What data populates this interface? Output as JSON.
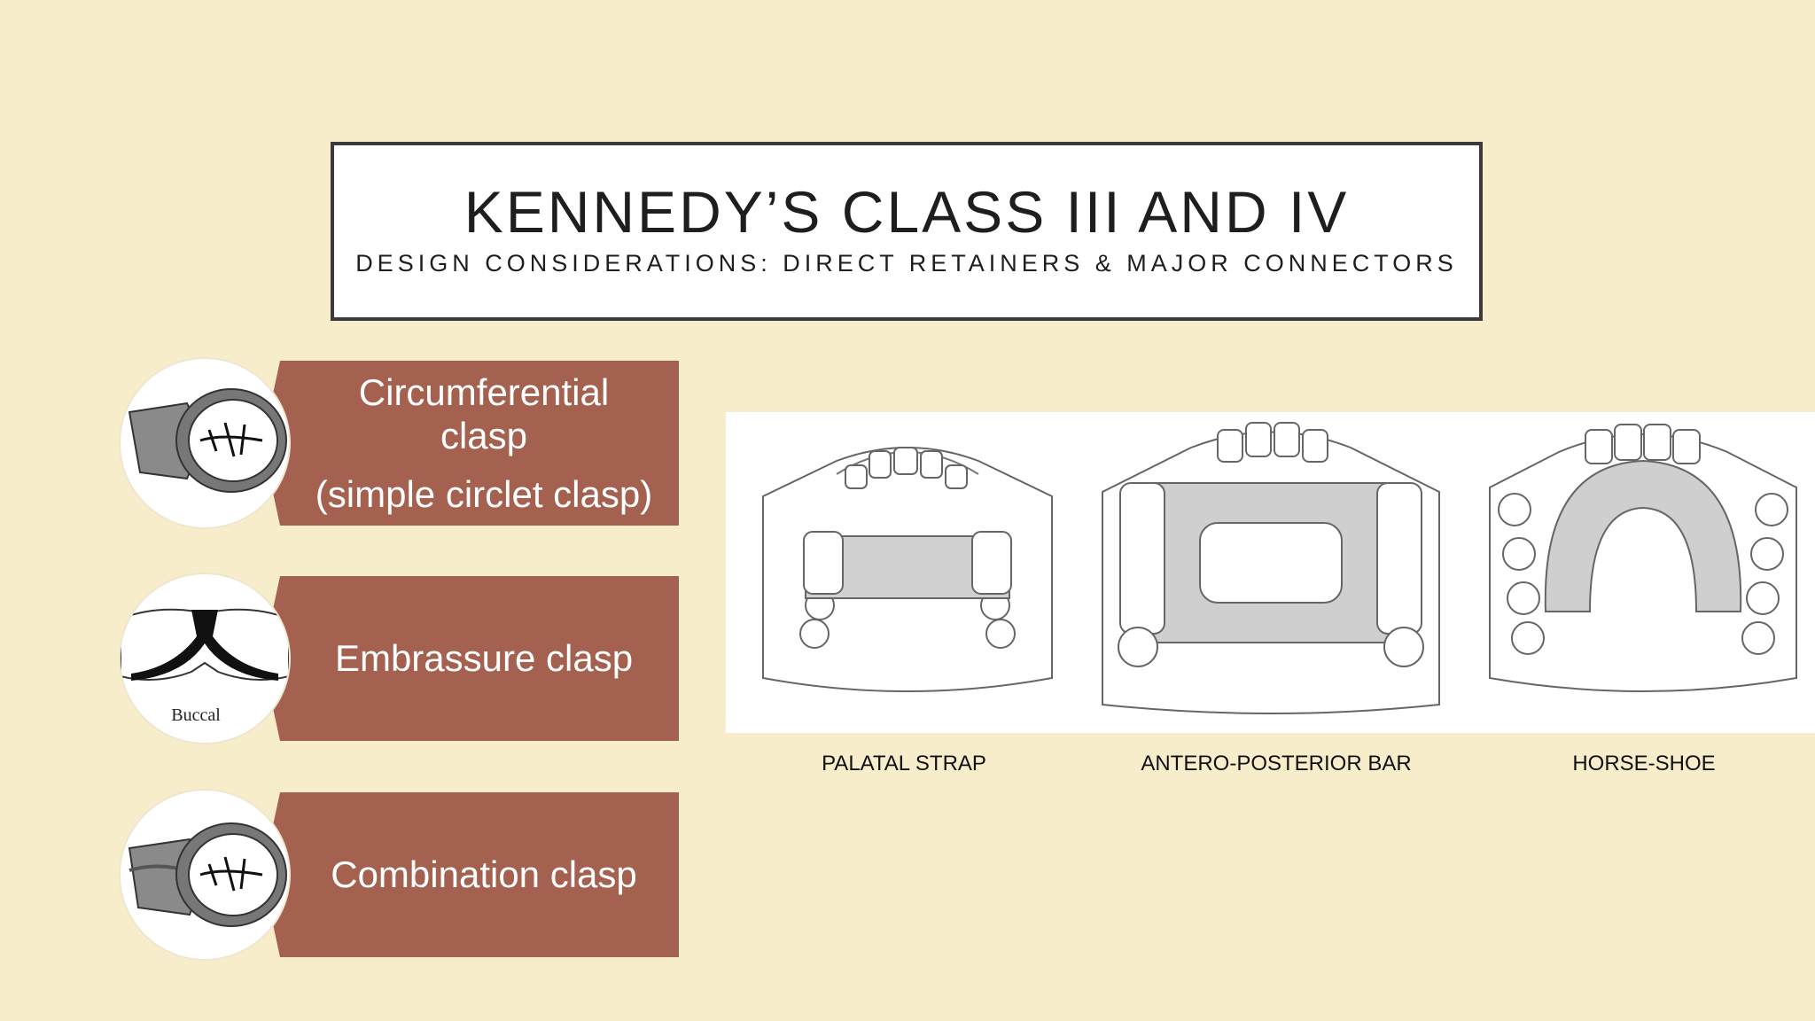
{
  "slide": {
    "title": "KENNEDY’S CLASS III AND IV",
    "subtitle": "DESIGN CONSIDERATIONS: DIRECT RETAINERS & MAJOR CONNECTORS"
  },
  "clasps": [
    {
      "line1": "Circumferential",
      "line2": "clasp",
      "line3": "(simple circlet clasp)"
    },
    {
      "label": "Embrassure clasp",
      "image_caption": "Buccal"
    },
    {
      "label": "Combination clasp"
    }
  ],
  "connectors": [
    {
      "label": "PALATAL STRAP"
    },
    {
      "label": "ANTERO-POSTERIOR BAR"
    },
    {
      "label": "HORSE-SHOE"
    }
  ],
  "colors": {
    "background": "#f8edcb",
    "banner": "#a56150",
    "connector_fill": "#cfcfcf"
  }
}
